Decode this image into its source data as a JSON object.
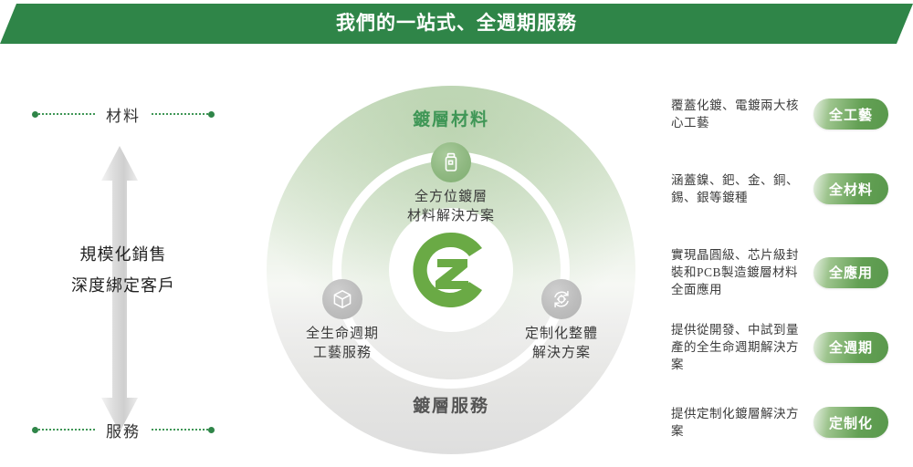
{
  "header": {
    "title": "我們的一站式、全週期服務",
    "bg_color": "#2f8548"
  },
  "left_panel": {
    "top_label": "材料",
    "bottom_label": "服務",
    "dot_color": "#2f8548",
    "arrow_name": "double-headed-vertical-arrow",
    "center_lines": [
      "規模化銷售",
      "深度綁定客戶"
    ]
  },
  "center_diagram": {
    "top_section_title": "鍍層材料",
    "bottom_section_title": "鍍層服務",
    "top_section_color": "#3f9656",
    "bottom_section_color": "#555555",
    "logo_text": "CZ",
    "logo_color": "#6aaa45",
    "nodes": [
      {
        "id": "node-top",
        "icon": "container-bottle-icon",
        "icon_style": "green",
        "lines": [
          "全方位鍍層",
          "材料解決方案"
        ]
      },
      {
        "id": "node-left",
        "icon": "cube-box-icon",
        "icon_style": "gray",
        "lines": [
          "全生命週期",
          "工藝服務"
        ]
      },
      {
        "id": "node-right",
        "icon": "gear-refresh-icon",
        "icon_style": "gray",
        "lines": [
          "定制化整體",
          "解決方案"
        ]
      }
    ]
  },
  "right_panel": {
    "items": [
      {
        "description": "覆蓋化鍍、電鍍兩大核心工藝",
        "badge": "全工藝"
      },
      {
        "description": "涵蓋鎳、鈀、金、銅、錫、銀等鍍種",
        "badge": "全材料"
      },
      {
        "description": "實現晶圓級、芯片級封裝和PCB製造鍍層材料全面應用",
        "badge": "全應用"
      },
      {
        "description": "提供從開發、中試到量產的全生命週期解決方案",
        "badge": "全週期"
      },
      {
        "description": "提供定制化鍍層解決方案",
        "badge": "定制化"
      }
    ],
    "badge_color": "#63a054"
  }
}
